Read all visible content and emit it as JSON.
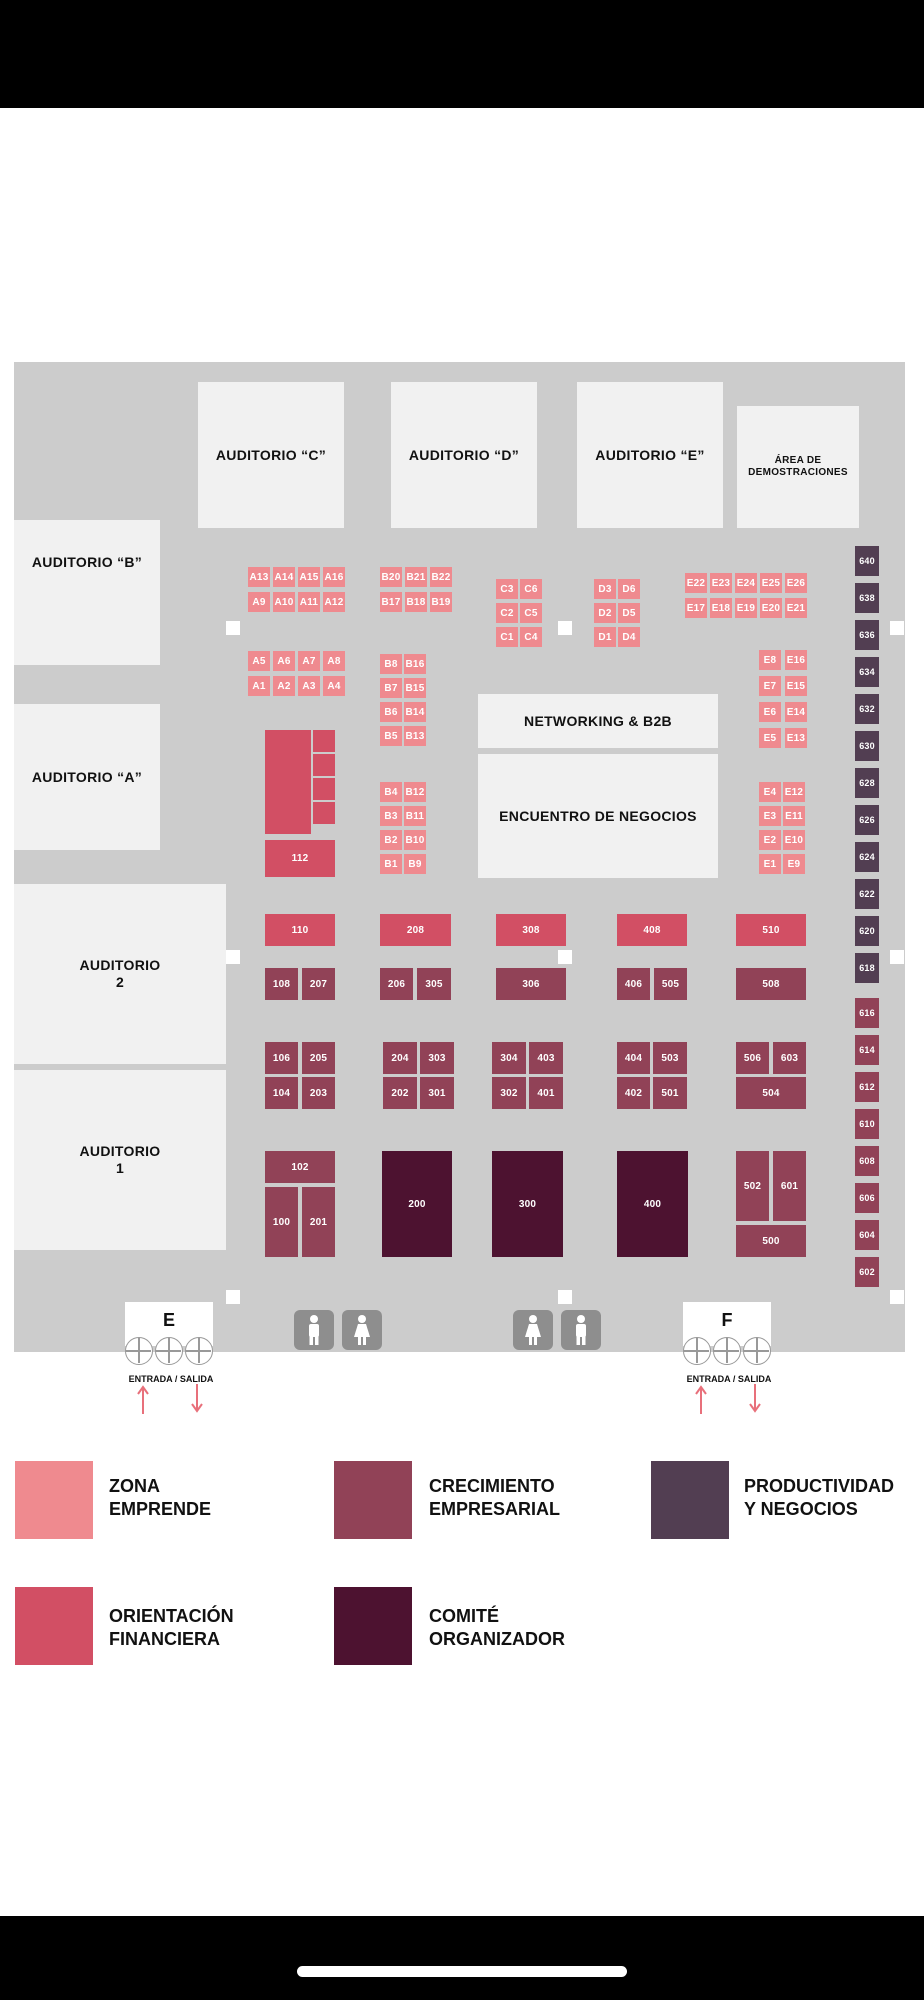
{
  "colors": {
    "zona_emprende": "#ef8a8f",
    "orientacion_financiera": "#d24f64",
    "crecimiento_empresarial": "#914257",
    "productividad_negocios": "#523e52",
    "comite_organizador": "#4d1230"
  },
  "rooms": {
    "auditorio_c": "AUDITORIO “C”",
    "auditorio_d": "AUDITORIO “D”",
    "auditorio_e": "AUDITORIO “E”",
    "area_demostraciones": "ÁREA DE\nDEMOSTRACIONES",
    "auditorio_b": "AUDITORIO “B”",
    "auditorio_a": "AUDITORIO “A”",
    "auditorio_2": "AUDITORIO\n2",
    "auditorio_1": "AUDITORIO\n1",
    "networking": "NETWORKING & B2B",
    "encuentro": "ENCUENTRO DE NEGOCIOS"
  },
  "booths": {
    "a_block_top": [
      [
        "A13",
        "A14",
        "A15",
        "A16"
      ],
      [
        "A9",
        "A10",
        "A11",
        "A12"
      ]
    ],
    "a_block_bottom": [
      [
        "A5",
        "A6",
        "A7",
        "A8"
      ],
      [
        "A1",
        "A2",
        "A3",
        "A4"
      ]
    ],
    "b_block_top": [
      [
        "B20",
        "B21",
        "B22"
      ],
      [
        "B17",
        "B18",
        "B19"
      ]
    ],
    "b_block_mid": [
      [
        "B8",
        "B16"
      ],
      [
        "B7",
        "B15"
      ],
      [
        "B6",
        "B14"
      ],
      [
        "B5",
        "B13"
      ]
    ],
    "b_block_low": [
      [
        "B4",
        "B12"
      ],
      [
        "B3",
        "B11"
      ],
      [
        "B2",
        "B10"
      ],
      [
        "B1",
        "B9"
      ]
    ],
    "c_block": [
      [
        "C3",
        "C6"
      ],
      [
        "C2",
        "C5"
      ],
      [
        "C1",
        "C4"
      ]
    ],
    "d_block": [
      [
        "D3",
        "D6"
      ],
      [
        "D2",
        "D5"
      ],
      [
        "D1",
        "D4"
      ]
    ],
    "e_block_top": [
      [
        "E22",
        "E23",
        "E24",
        "E25",
        "E26"
      ],
      [
        "E17",
        "E18",
        "E19",
        "E20",
        "E21"
      ]
    ],
    "e_block_mid": [
      [
        "E8",
        "E16"
      ],
      [
        "E7",
        "E15"
      ],
      [
        "E6",
        "E14"
      ],
      [
        "E5",
        "E13"
      ]
    ],
    "e_block_low": [
      [
        "E4",
        "E12"
      ],
      [
        "E3",
        "E11"
      ],
      [
        "E2",
        "E10"
      ],
      [
        "E1",
        "E9"
      ]
    ],
    "col_600_top": [
      "640",
      "638",
      "636",
      "634",
      "632",
      "630",
      "628",
      "626",
      "624",
      "622",
      "620",
      "618"
    ],
    "col_600_bottom": [
      "616",
      "614",
      "612",
      "610",
      "608",
      "606",
      "604",
      "602"
    ],
    "b112": "112",
    "row110": [
      "110",
      "208",
      "308",
      "408",
      "510"
    ],
    "r108": "108",
    "r207": "207",
    "r206": "206",
    "r305": "305",
    "r306": "306",
    "r406": "406",
    "r505": "505",
    "r508": "508",
    "r106": "106",
    "r205": "205",
    "r204": "204",
    "r303": "303",
    "r304": "304",
    "r403": "403",
    "r404": "404",
    "r503": "503",
    "r506": "506",
    "r603": "603",
    "r104": "104",
    "r203": "203",
    "r202": "202",
    "r301": "301",
    "r302": "302",
    "r401": "401",
    "r402": "402",
    "r501": "501",
    "r504": "504",
    "r102": "102",
    "r100": "100",
    "r201": "201",
    "r200": "200",
    "r300": "300",
    "r400": "400",
    "r502": "502",
    "r601": "601",
    "r500": "500"
  },
  "entrances": {
    "e_letter": "E",
    "f_letter": "F",
    "label": "ENTRADA / SALIDA"
  },
  "legend": {
    "zona_emprende": "ZONA\nEMPRENDE",
    "crecimiento_empresarial": "CRECIMIENTO\nEMPRESARIAL",
    "productividad_negocios": "PRODUCTIVIDAD\nY NEGOCIOS",
    "orientacion_financiera": "ORIENTACIÓN\nFINANCIERA",
    "comite_organizador": "COMITÉ\nORGANIZADOR"
  }
}
